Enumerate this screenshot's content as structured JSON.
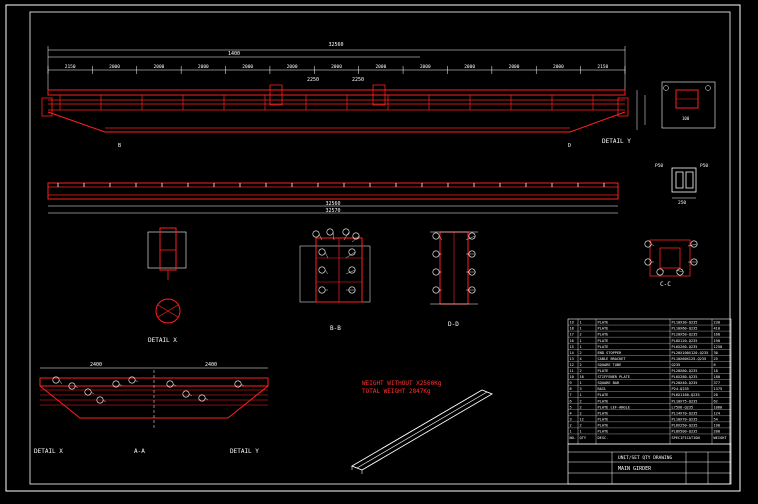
{
  "colors": {
    "background": "#000000",
    "frame": "#ffffff",
    "part": "#ff2020",
    "dimension": "#ffffff",
    "balloon": "#ffffff",
    "note": "#ff3030"
  },
  "elevation": {
    "overall_dim": "32560",
    "sub_dim": "1400",
    "panel_dims": [
      "2150",
      "2000",
      "2000",
      "2000",
      "2000",
      "2000",
      "2000",
      "2000",
      "2000",
      "2000",
      "2000",
      "2000",
      "2150"
    ],
    "mid_dims": [
      "2250",
      "2250"
    ],
    "detail_y_label": "DETAIL Y"
  },
  "plan": {
    "bottom_dim_1": "32560",
    "bottom_dim_2": "32570"
  },
  "section_side": {
    "dim_left": "P50",
    "dim_right": "P50",
    "dim_bottom": "250"
  },
  "detail_x": {
    "label": "DETAIL X"
  },
  "section_bb": {
    "label": "B-B"
  },
  "section_dd": {
    "label": "D-D"
  },
  "section_cc": {
    "label": "C-C"
  },
  "bottom_view": {
    "label_left": "DETAIL X",
    "label_mid": "A-A",
    "label_right": "DETAIL Y",
    "dim_left": "2400",
    "dim_right": "2400"
  },
  "weight_note": {
    "line1": "WEIGHT WITHOUT X2560Kg",
    "line2": "TOTAL WEIGHT 2847Kg"
  },
  "bom": {
    "rows": [
      {
        "no": "19",
        "qty": "1",
        "desc": "PLATE",
        "spec": "PL10X30-Q235",
        "wt": "230"
      },
      {
        "no": "18",
        "qty": "1",
        "desc": "PLATE",
        "spec": "PL10X60-Q235",
        "wt": "410"
      },
      {
        "no": "17",
        "qty": "2",
        "desc": "PLATE",
        "spec": "PL20X50-Q235",
        "wt": "160"
      },
      {
        "no": "16",
        "qty": "1",
        "desc": "PLATE",
        "spec": "PL8X120-Q235",
        "wt": "190"
      },
      {
        "no": "15",
        "qty": "1",
        "desc": "PLATE",
        "spec": "PL6X260-Q235",
        "wt": "1250"
      },
      {
        "no": "14",
        "qty": "2",
        "desc": "END STOPPER",
        "spec": "PL20X100X120-Q235",
        "wt": "30"
      },
      {
        "no": "13",
        "qty": "4",
        "desc": "CABLE BRACKET",
        "spec": "PL10X60X125-Q235",
        "wt": "25"
      },
      {
        "no": "12",
        "qty": "2",
        "desc": "SQUARE TUBE",
        "spec": "Q235",
        "wt": "6"
      },
      {
        "no": "11",
        "qty": "2",
        "desc": "PLATE",
        "spec": "PL20X60-Q235",
        "wt": "18"
      },
      {
        "no": "10",
        "qty": "16",
        "desc": "STIFFENER PLATE",
        "spec": "PL6X280-Q235",
        "wt": "180"
      },
      {
        "no": "9",
        "qty": "1",
        "desc": "SQUARE BAR",
        "spec": "PL20X40-Q235",
        "wt": "377"
      },
      {
        "no": "8",
        "qty": "3",
        "desc": "RAIL",
        "spec": "P24-Q235",
        "wt": "1375"
      },
      {
        "no": "7",
        "qty": "1",
        "desc": "PLATE",
        "spec": "PL6X1160-Q235",
        "wt": "20"
      },
      {
        "no": "6",
        "qty": "2",
        "desc": "PLATE",
        "spec": "PL10X75-Q235",
        "wt": "62"
      },
      {
        "no": "5",
        "qty": "2",
        "desc": "PLATE LEF-ANGLE",
        "spec": "L75X6-Q235",
        "wt": "1060"
      },
      {
        "no": "4",
        "qty": "2",
        "desc": "PLATE",
        "spec": "PL14X70-Q235",
        "wt": "124"
      },
      {
        "no": "3",
        "qty": "12",
        "desc": "PLATE",
        "spec": "PL10X70-Q235",
        "wt": "54"
      },
      {
        "no": "2",
        "qty": "2",
        "desc": "PLATE",
        "spec": "PL6X250-Q235",
        "wt": "190"
      },
      {
        "no": "1",
        "qty": "1",
        "desc": "PLATE",
        "spec": "PL8X500-Q235",
        "wt": "200"
      }
    ],
    "header": {
      "no": "NO.",
      "qty": "QTY",
      "desc": "DESC.",
      "spec": "SPECIFICATION",
      "wt": "WEIGHT"
    }
  },
  "title_block": {
    "row1": "UNIT/SET QTY DRAWING",
    "row2": "MAIN GIRDER"
  }
}
